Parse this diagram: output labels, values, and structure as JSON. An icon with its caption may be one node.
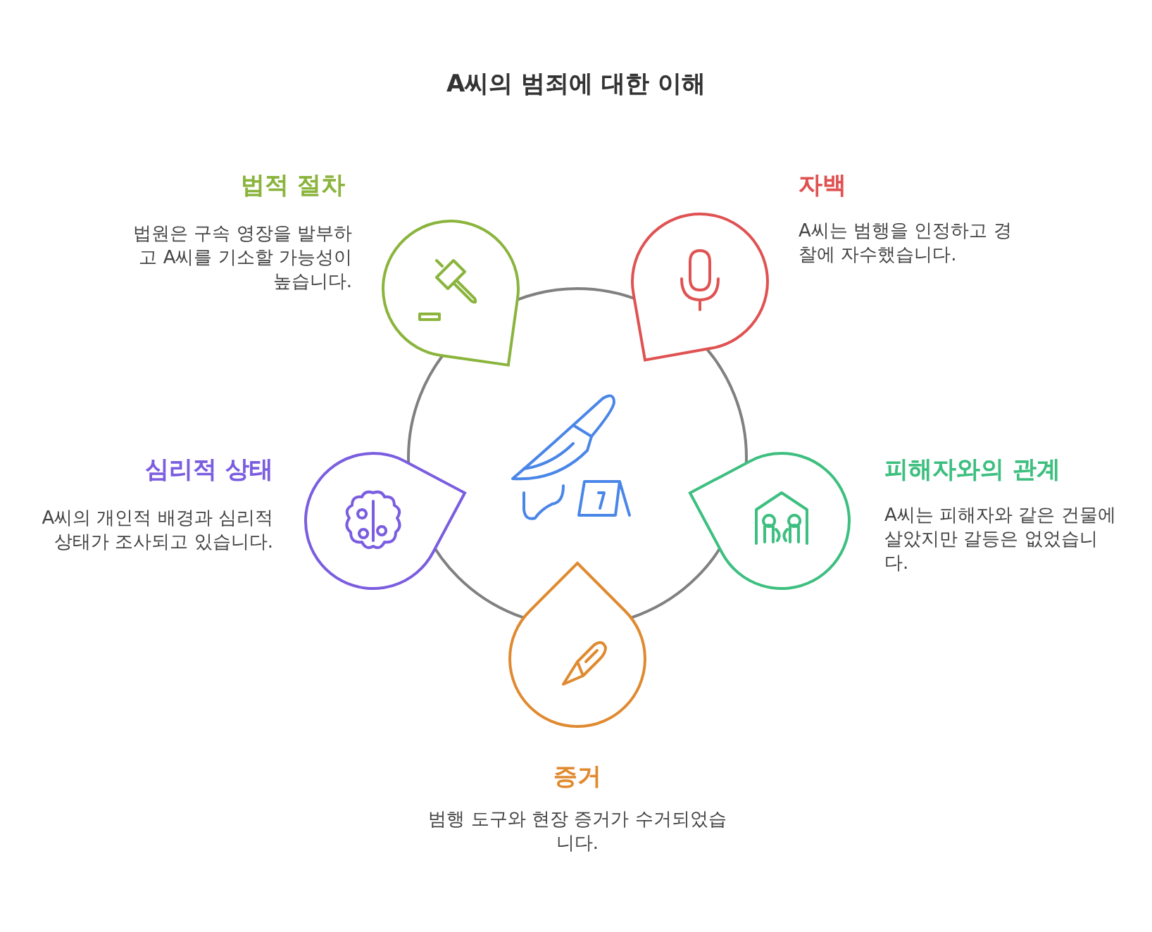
{
  "diagram": {
    "title": "A씨의 범죄에 대한 이해",
    "nodes": [
      {
        "text": [
          "법적 절차",
          "법원은 구속 영장을 발부하고 A씨를 기소할 가능성이 높습니다."
        ]
      },
      {
        "text": [
          "자백",
          "A씨는 범행을 인정하고 경찰에 자수했습니다."
        ]
      },
      {
        "text": [
          "심리적 상태",
          "A씨의 개인적 배경과 심리적 상태가 조사되고 있습니다."
        ]
      },
      {
        "text": [
          "피해자와의 관계",
          "A씨는 피해자와 같은 건물에 살았지만 갈등은 없었습니다."
        ]
      },
      {
        "text": [
          "증거",
          "범행 도구와 현장 증거가 수거되었습니다."
        ]
      }
    ]
  }
}
